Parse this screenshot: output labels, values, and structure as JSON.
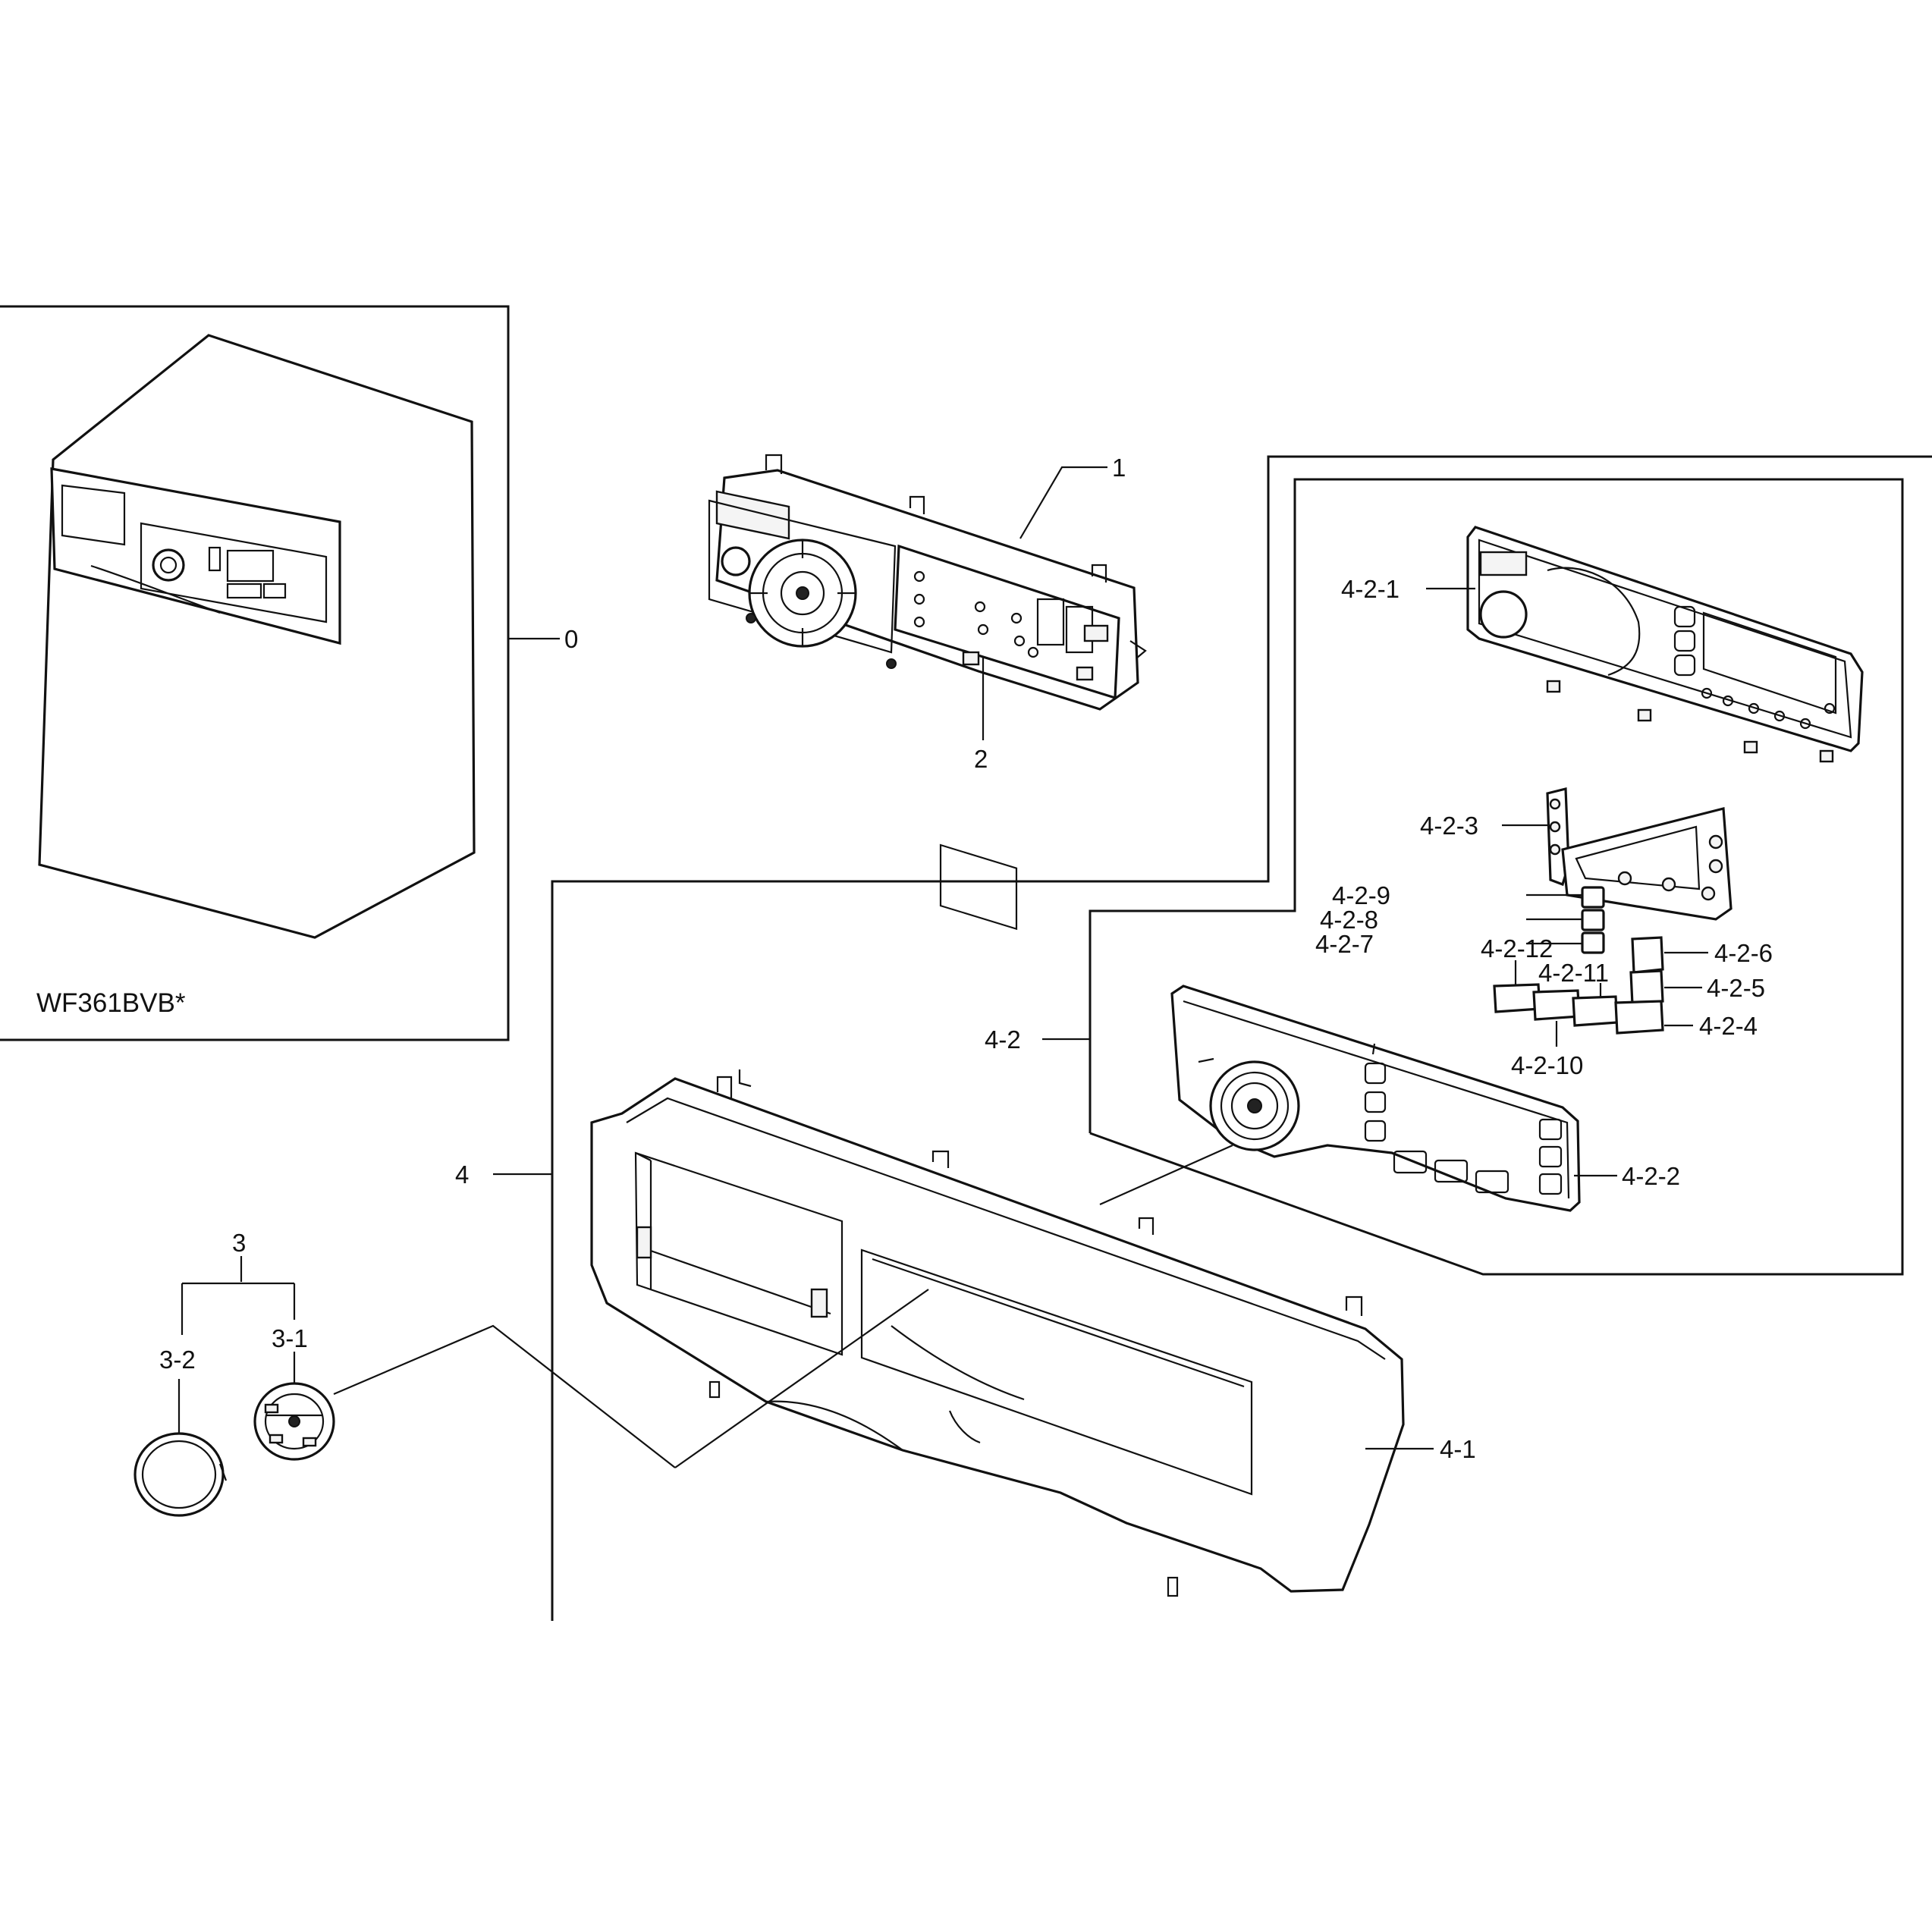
{
  "model": "WF361BVB*",
  "callouts": {
    "c0": "0",
    "c1": "1",
    "c2": "2",
    "c3": "3",
    "c3_1": "3-1",
    "c3_2": "3-2",
    "c4": "4",
    "c4_1": "4-1",
    "c4_2": "4-2",
    "c4_2_1": "4-2-1",
    "c4_2_2": "4-2-2",
    "c4_2_3": "4-2-3",
    "c4_2_4": "4-2-4",
    "c4_2_5": "4-2-5",
    "c4_2_6": "4-2-6",
    "c4_2_7": "4-2-7",
    "c4_2_8": "4-2-8",
    "c4_2_9": "4-2-9",
    "c4_2_10": "4-2-10",
    "c4_2_11": "4-2-11",
    "c4_2_12": "4-2-12"
  }
}
